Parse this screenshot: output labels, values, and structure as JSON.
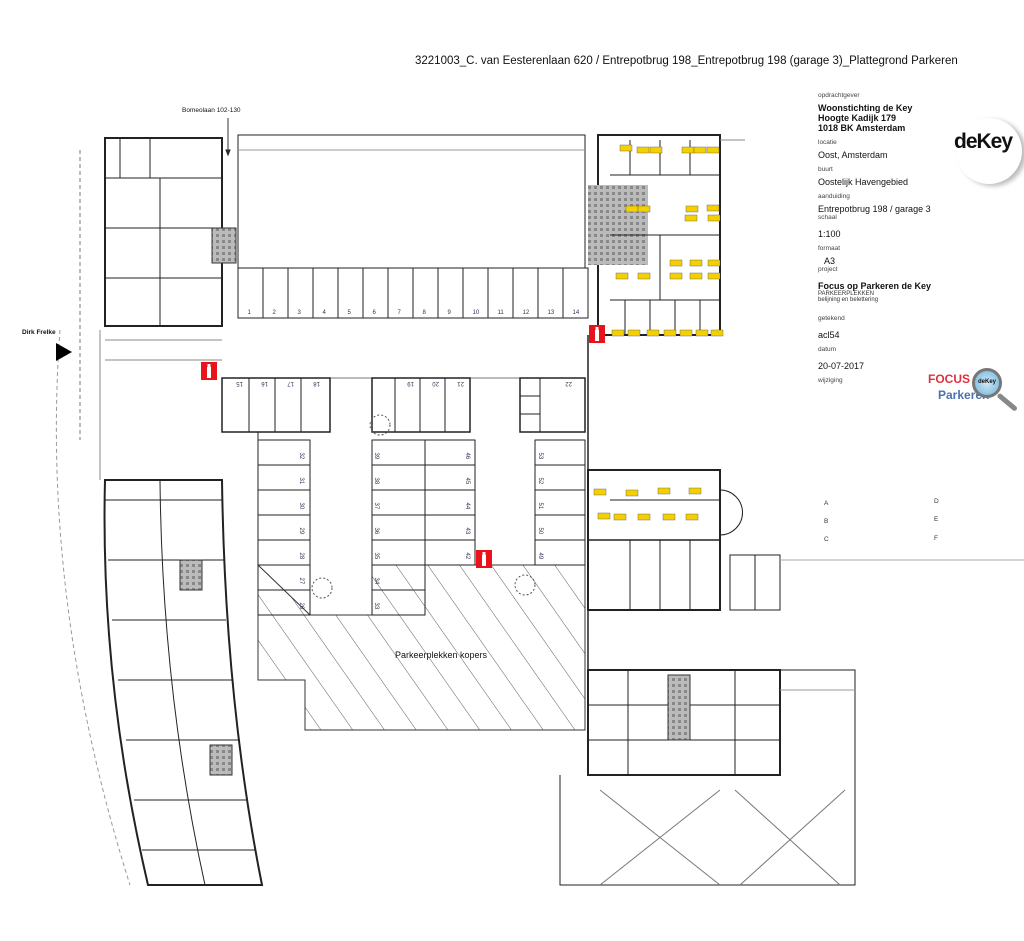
{
  "header": {
    "title": "3221003_C. van Eesterenlaan 620 / Entrepotbrug 198_Entrepotbrug 198 (garage 3)_Plattegrond Parkeren"
  },
  "title_block": {
    "opdrachtgever_label": "opdrachtgever",
    "client_line1": "Woonstichting de Key",
    "client_line2": "Hoogte Kadijk 179",
    "client_line3": "1018 BK Amsterdam",
    "locatie_label": "locatie",
    "locatie": "Oost, Amsterdam",
    "buurt_label": "buurt",
    "buurt": "Oostelijk Havengebied",
    "aanduiding_label": "aanduiding",
    "aanduiding": "Entrepotbrug 198  / garage 3",
    "schaal_label": "schaal",
    "schaal": "1:100",
    "formaat_label": "formaat",
    "formaat": "A3",
    "project_label": "project",
    "project": "Focus op Parkeren de Key",
    "project_sub1": "PARKEERPLEKKEN",
    "project_sub2": "belijning en belettering",
    "getekend_label": "getekend",
    "getekend": "acl54",
    "datum_label": "datum",
    "datum": "20-07-2017",
    "wijziging_label": "wijziging",
    "revisions": [
      "A",
      "B",
      "C",
      "D",
      "E",
      "F"
    ]
  },
  "logos": {
    "dekey": "deKey",
    "focus_top": "FOCUS",
    "focus_bottom": "Parkeren",
    "focus_lens": "deKey"
  },
  "plan": {
    "street_top": "Bomeolaan 102-130",
    "street_left": "Dirk Frelke",
    "hatched_area_label": "Parkeerplekken kopers",
    "top_row": [
      "1",
      "2",
      "3",
      "4",
      "5",
      "6",
      "7",
      "8",
      "9",
      "10",
      "11",
      "12",
      "13",
      "14"
    ],
    "mid_row_left": [
      "15",
      "16",
      "17",
      "18"
    ],
    "mid_row_center": [
      "19",
      "20",
      "21"
    ],
    "mid_row_right": [
      "22"
    ],
    "col_left": [
      "32",
      "31",
      "30",
      "29",
      "28",
      "27",
      "26"
    ],
    "col_mid_left": [
      "39",
      "38",
      "37",
      "36",
      "35",
      "34",
      "33"
    ],
    "col_mid_right": [
      "46",
      "45",
      "44",
      "43",
      "42"
    ],
    "col_right": [
      "53",
      "52",
      "51",
      "50",
      "49"
    ]
  },
  "colors": {
    "fire_red": "#e8141c",
    "tag_yellow": "#f5d000",
    "line": "#222222"
  }
}
